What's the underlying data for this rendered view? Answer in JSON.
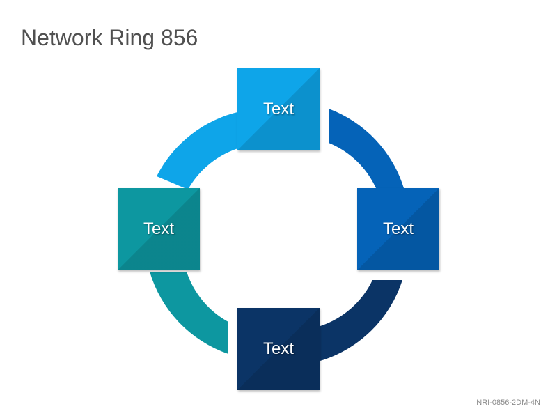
{
  "title": "Network Ring 856",
  "footer_code": "NRI-0856-2DM-4N",
  "colors": {
    "top": "#0ea5e9",
    "right": "#0563b8",
    "bottom": "#0b3466",
    "left": "#0d97a0"
  },
  "nodes": [
    {
      "position": "top",
      "label": "Text"
    },
    {
      "position": "right",
      "label": "Text"
    },
    {
      "position": "bottom",
      "label": "Text"
    },
    {
      "position": "left",
      "label": "Text"
    }
  ]
}
